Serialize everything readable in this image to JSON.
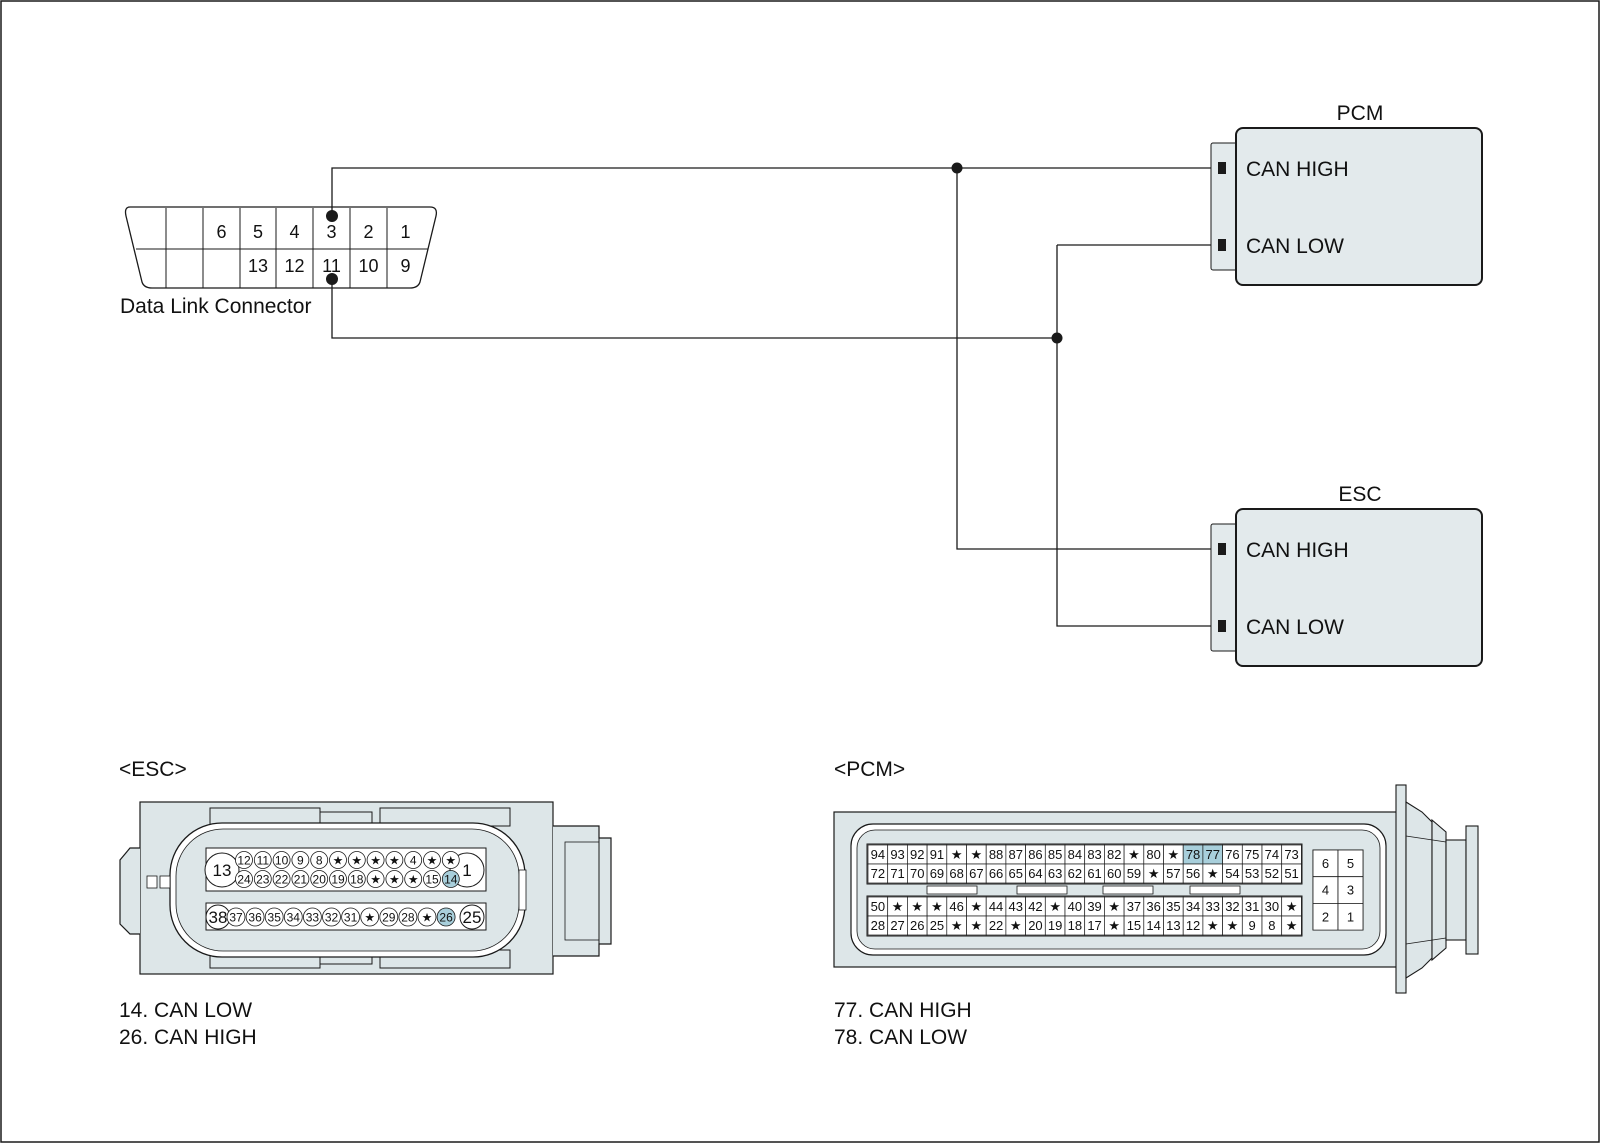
{
  "colors": {
    "line": "#1a1a1a",
    "module_fill": "#e3eaec",
    "connector_fill": "#dde6e8",
    "highlight": "#a8cfdb",
    "paper": "#ffffff"
  },
  "dlc": {
    "label": "Data Link Connector",
    "top_pins": [
      "",
      "",
      "6",
      "5",
      "4",
      "3",
      "2",
      "1"
    ],
    "bottom_pins": [
      "",
      "",
      "",
      "13",
      "12",
      "11",
      "10",
      "9"
    ]
  },
  "modules": [
    {
      "key": "pcm",
      "title": "PCM",
      "pins": [
        {
          "label": "CAN HIGH"
        },
        {
          "label": "CAN LOW"
        }
      ]
    },
    {
      "key": "esc",
      "title": "ESC",
      "pins": [
        {
          "label": "CAN HIGH"
        },
        {
          "label": "CAN LOW"
        }
      ]
    }
  ],
  "esc_connector": {
    "title": "<ESC>",
    "big_pins": [
      "13",
      "1",
      "38",
      "25"
    ],
    "row1": [
      "12",
      "11",
      "10",
      "9",
      "8",
      "★",
      "★",
      "★",
      "★",
      "4",
      "★",
      "★"
    ],
    "row2": [
      "24",
      "23",
      "22",
      "21",
      "20",
      "19",
      "18",
      "★",
      "★",
      "★",
      "15",
      "14"
    ],
    "row3": [
      "37",
      "36",
      "35",
      "34",
      "33",
      "32",
      "31",
      "★",
      "29",
      "28",
      "★",
      "26"
    ],
    "highlighted": [
      "14",
      "26"
    ],
    "legend": [
      "14. CAN LOW",
      "26. CAN HIGH"
    ]
  },
  "pcm_connector": {
    "title": "<PCM>",
    "row1": [
      "94",
      "93",
      "92",
      "91",
      "★",
      "★",
      "88",
      "87",
      "86",
      "85",
      "84",
      "83",
      "82",
      "★",
      "80",
      "★",
      "78",
      "77",
      "76",
      "75",
      "74",
      "73"
    ],
    "row2": [
      "72",
      "71",
      "70",
      "69",
      "68",
      "67",
      "66",
      "65",
      "64",
      "63",
      "62",
      "61",
      "60",
      "59",
      "★",
      "57",
      "56",
      "★",
      "54",
      "53",
      "52",
      "51"
    ],
    "row3": [
      "50",
      "★",
      "★",
      "★",
      "46",
      "★",
      "44",
      "43",
      "42",
      "★",
      "40",
      "39",
      "★",
      "37",
      "36",
      "35",
      "34",
      "33",
      "32",
      "31",
      "30",
      "★"
    ],
    "row4": [
      "28",
      "27",
      "26",
      "25",
      "★",
      "★",
      "22",
      "★",
      "20",
      "19",
      "18",
      "17",
      "★",
      "15",
      "14",
      "13",
      "12",
      "★",
      "★",
      "9",
      "8",
      "★"
    ],
    "small_block": [
      "6",
      "5",
      "4",
      "3",
      "2",
      "1"
    ],
    "highlighted": [
      "78",
      "77"
    ],
    "legend": [
      "77. CAN HIGH",
      "78. CAN LOW"
    ]
  }
}
